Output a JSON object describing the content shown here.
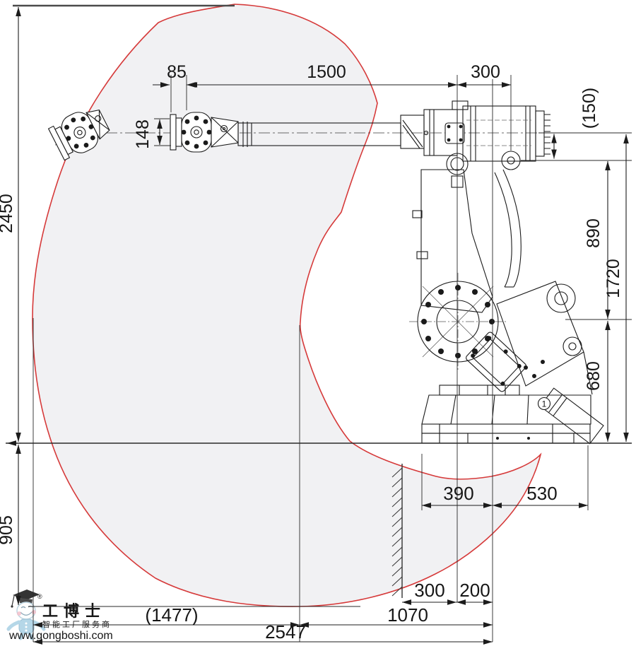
{
  "dimensions": {
    "top": {
      "flange_offset": "85",
      "arm_reach": "1500",
      "shoulder_offset": "300"
    },
    "right": {
      "wrist_drop": "(150)",
      "upper_column": "890",
      "shoulder_height_total": "1720",
      "axis2_height": "680"
    },
    "left": {
      "envelope_height": "2450",
      "below_base_depth": "905"
    },
    "wrist": {
      "flange_size": "148"
    },
    "base": {
      "base_front": "390",
      "base_rear": "530"
    },
    "pit": {
      "wall_clearance": "300",
      "near_clearance": "200"
    },
    "bottom": {
      "rear_reach": "(1477)",
      "front_span": "1070",
      "total_span": "2547"
    },
    "callout_1": "1"
  },
  "watermark": {
    "brand": "工博士",
    "registered": "®",
    "tagline": "智能工厂服务商",
    "url": "www.gongboshi.com"
  },
  "colors": {
    "envelope_stroke": "#d63a3a",
    "envelope_fill": "#f1f1f3",
    "line": "#1a1a1a",
    "dim_line": "#1c1c1c",
    "watermark_gray": "#9a9a9a",
    "mascot_blue": "#b5d7e8"
  }
}
